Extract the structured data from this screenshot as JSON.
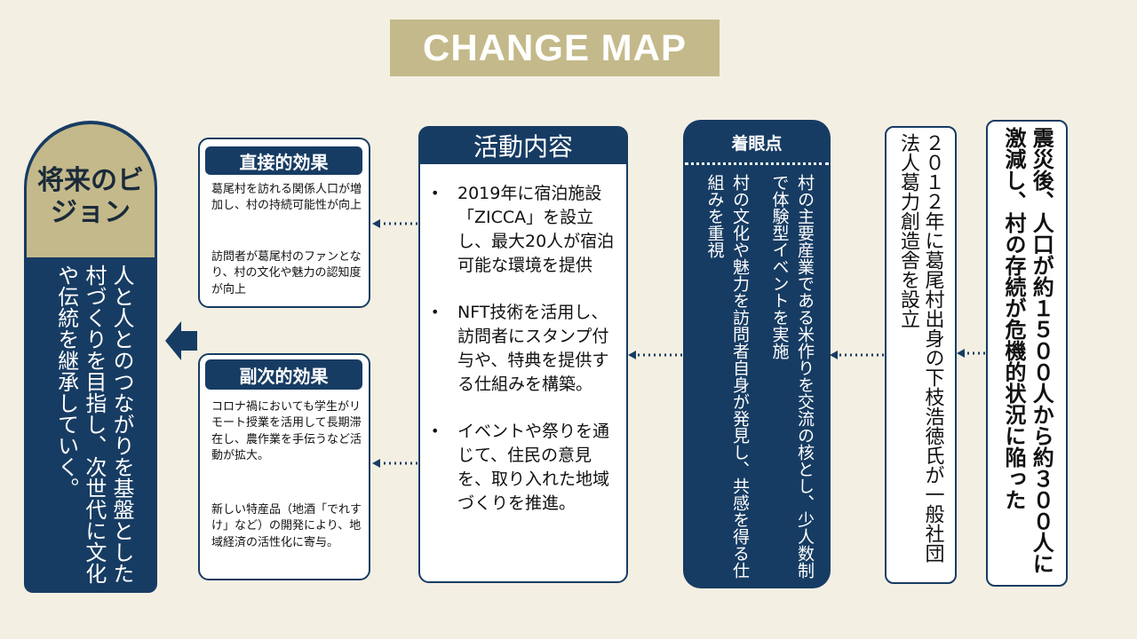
{
  "title": "CHANGE MAP",
  "vision": {
    "heading": "将来のビジョン",
    "text": "人と人とのつながりを基盤とした村づくりを目指し、次世代に文化や伝統を継承していく。"
  },
  "direct_effect": {
    "title": "直接的効果",
    "p1": "葛尾村を訪れる関係人口が増加し、村の持続可能性が向上",
    "p2": "訪問者が葛尾村のファンとなり、村の文化や魅力の認知度が向上"
  },
  "secondary_effect": {
    "title": "副次的効果",
    "p1": "コロナ禍においても学生がリモート授業を活用して長期滞在し、農作業を手伝うなど活動が拡大。",
    "p2": "新しい特産品（地酒「でれすけ」など）の開発により、地域経済の活性化に寄与。"
  },
  "activities": {
    "title": "活動内容",
    "bullet": "•",
    "items": [
      "2019年に宿泊施設「ZICCA」を設立し、最大20人が宿泊可能な環境を提供",
      "NFT技術を活用し、訪問者にスタンプ付与や、特典を提供する仕組みを構築。",
      "イベントや祭りを通じて、住民の意見を、取り入れた地域づくりを推進。"
    ]
  },
  "focus": {
    "title": "着眼点",
    "text1": "村の文化や魅力を訪問者自身が発見し、共感を得る仕組みを重視",
    "text2": "村の主要産業である米作りを交流の核とし、少人数制で体験型イベントを実施"
  },
  "founding": {
    "text": "２０１２年に葛尾村出身の下枝浩徳氏が一般社団法人葛力創造舎を設立"
  },
  "disaster": {
    "text": "震災後、人口が約１５００人から約３００人に激減し、村の存続が危機的状況に陥った"
  },
  "colors": {
    "navy": "#173c63",
    "gold": "#c4b98a",
    "background": "#f3efe3"
  }
}
